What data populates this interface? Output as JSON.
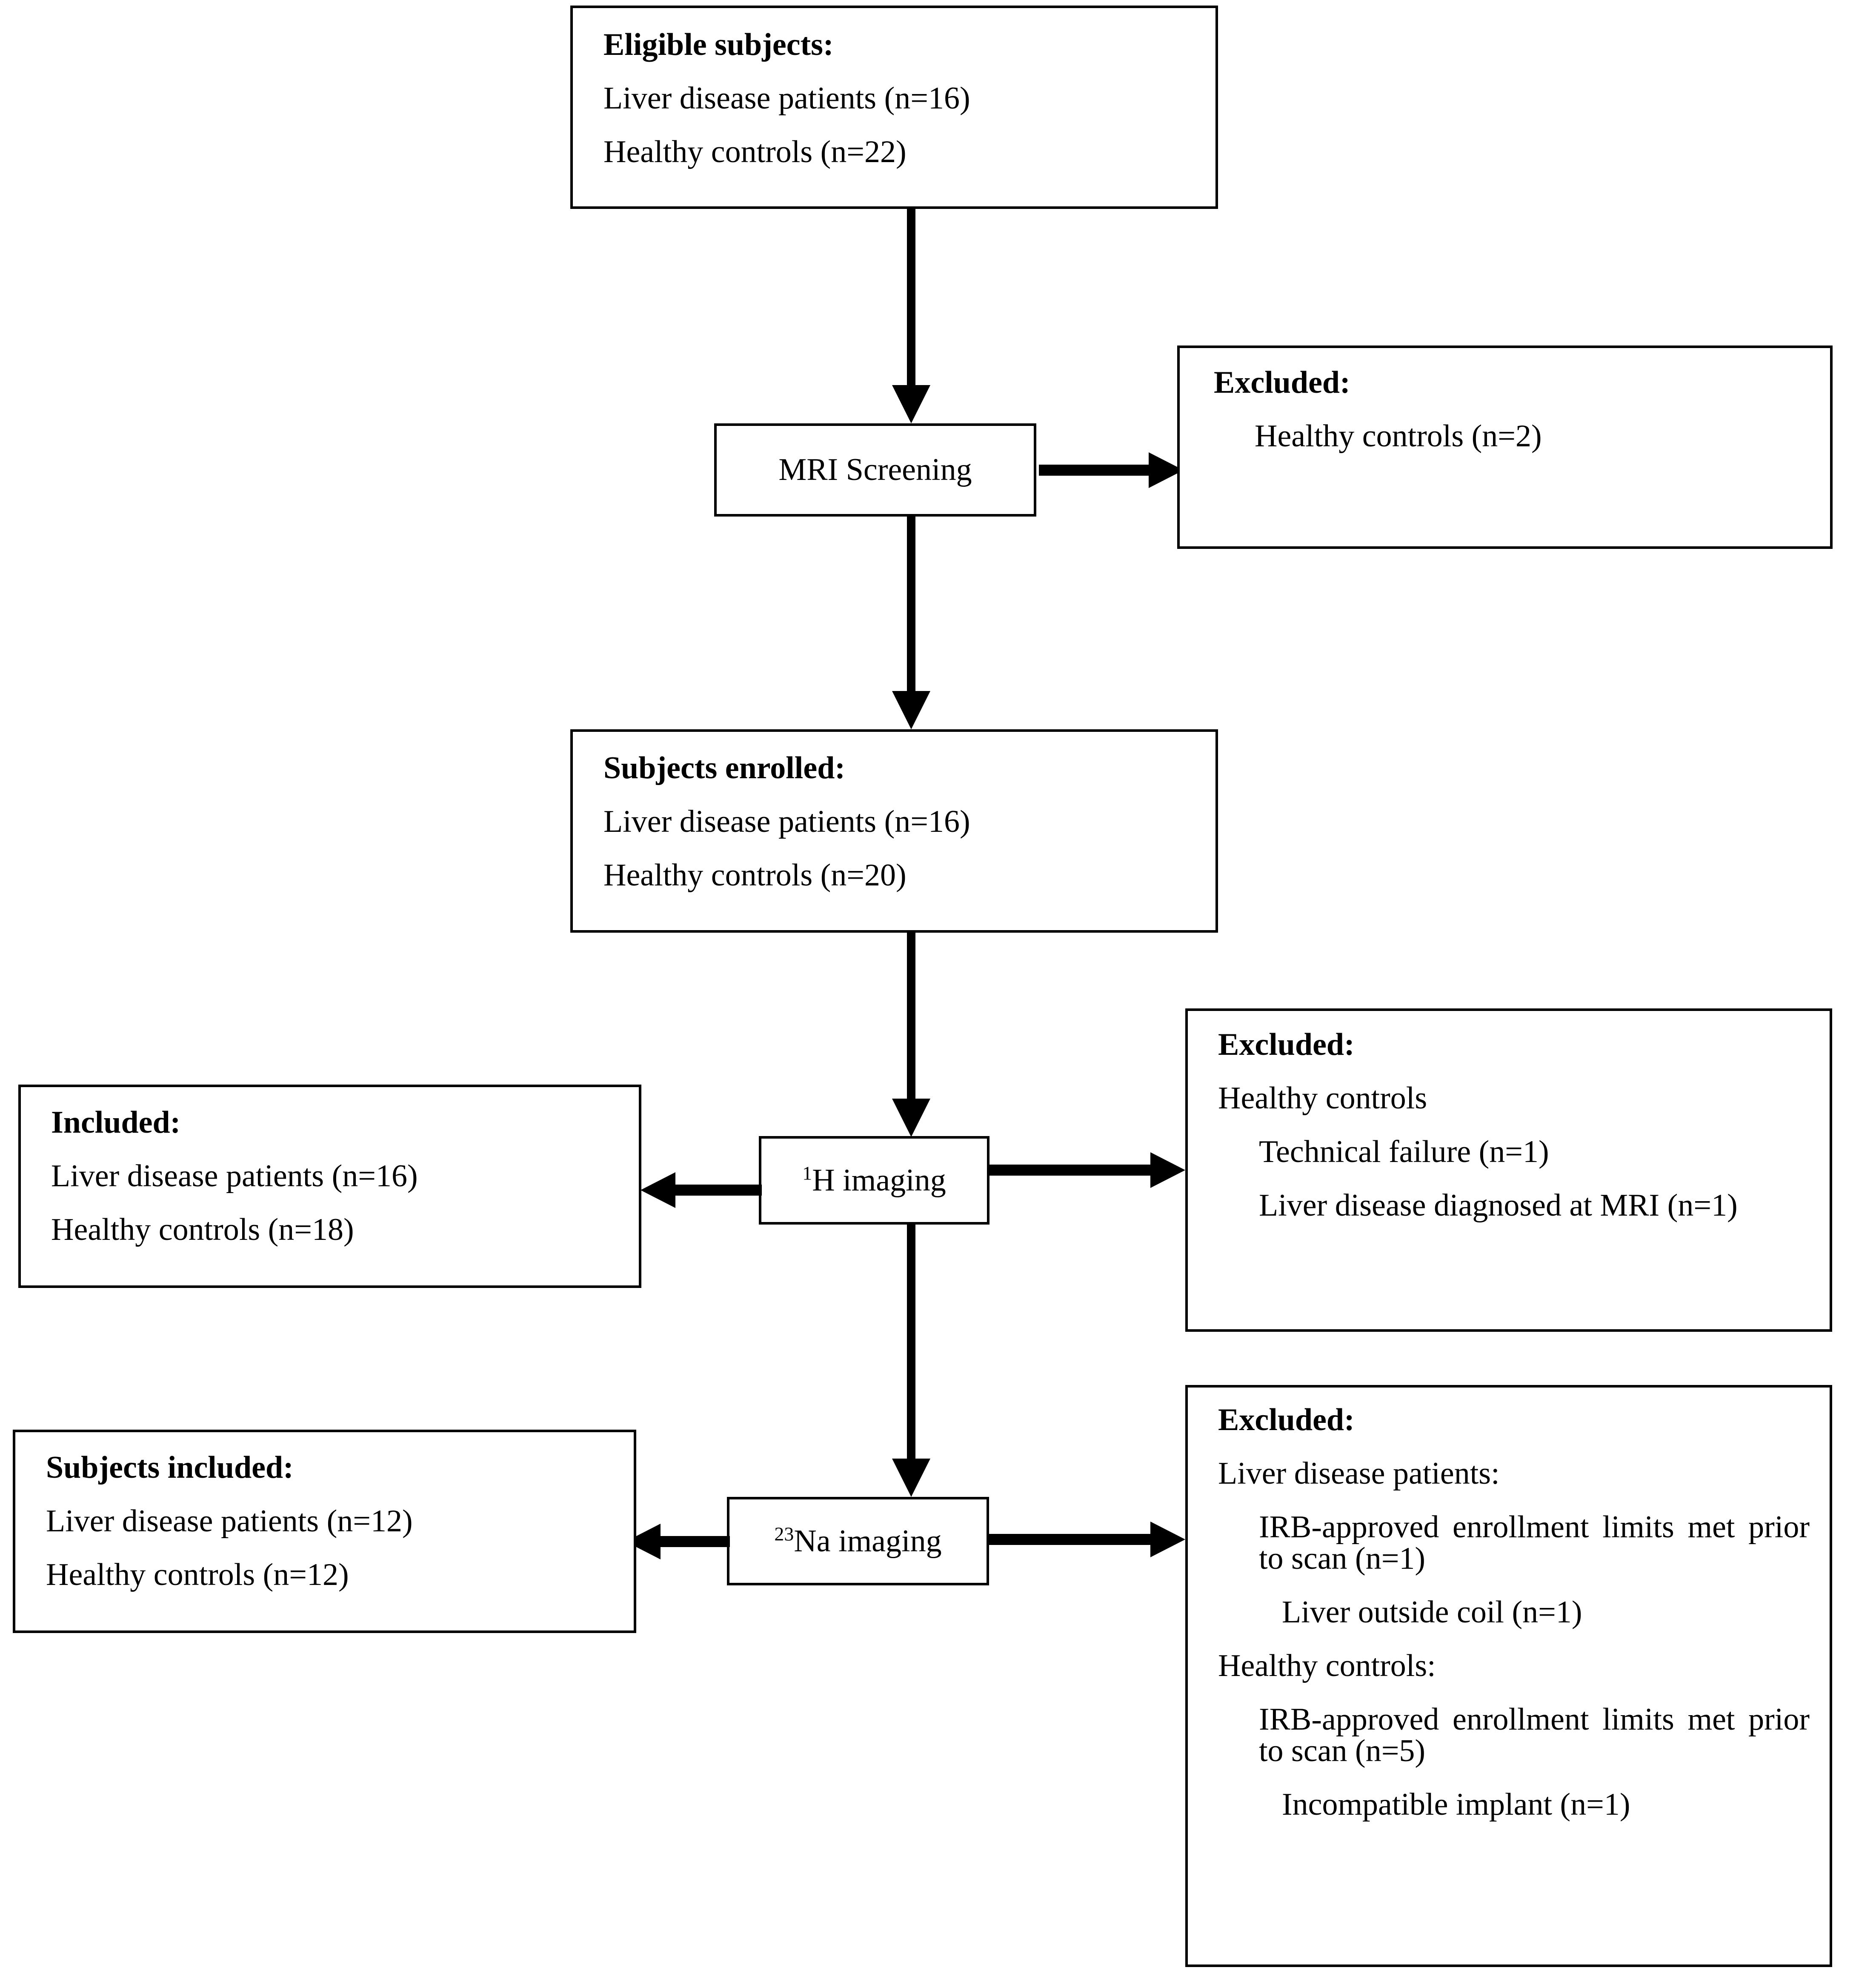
{
  "diagram": {
    "type": "study-enrollment-flowchart",
    "nodes": {
      "eligible": {
        "title": "Eligible subjects:",
        "lines": [
          "Liver disease patients (n=16)",
          "Healthy controls (n=22)"
        ]
      },
      "mri_screening": {
        "label": "MRI Screening"
      },
      "excluded_screening": {
        "title": "Excluded:",
        "lines": [
          "Healthy controls (n=2)"
        ]
      },
      "enrolled": {
        "title": "Subjects enrolled:",
        "lines": [
          "Liver disease patients (n=16)",
          "Healthy controls (n=20)"
        ]
      },
      "h_imaging": {
        "label_prefix": "1",
        "label": "H imaging"
      },
      "included_h": {
        "title": "Included:",
        "lines": [
          "Liver disease patients (n=16)",
          "Healthy controls (n=18)"
        ]
      },
      "excluded_h": {
        "title": "Excluded:",
        "group": "Healthy controls",
        "items": [
          "Technical failure (n=1)",
          "Liver disease diagnosed at MRI (n=1)"
        ]
      },
      "na_imaging": {
        "label_prefix": "23",
        "label": "Na imaging"
      },
      "included_na": {
        "title": "Subjects included:",
        "lines": [
          "Liver disease patients (n=12)",
          "Healthy controls (n=12)"
        ]
      },
      "excluded_na": {
        "title": "Excluded:",
        "group1": "Liver disease patients:",
        "items1": [
          "IRB-approved enrollment limits met prior to scan (n=1)",
          "Liver outside coil (n=1)"
        ],
        "group2": "Healthy controls:",
        "items2": [
          "IRB-approved enrollment limits met prior to scan (n=5)",
          "Incompatible implant (n=1)"
        ]
      }
    },
    "colors": {
      "stroke": "#000000",
      "fill": "#ffffff",
      "text": "#000000"
    }
  }
}
